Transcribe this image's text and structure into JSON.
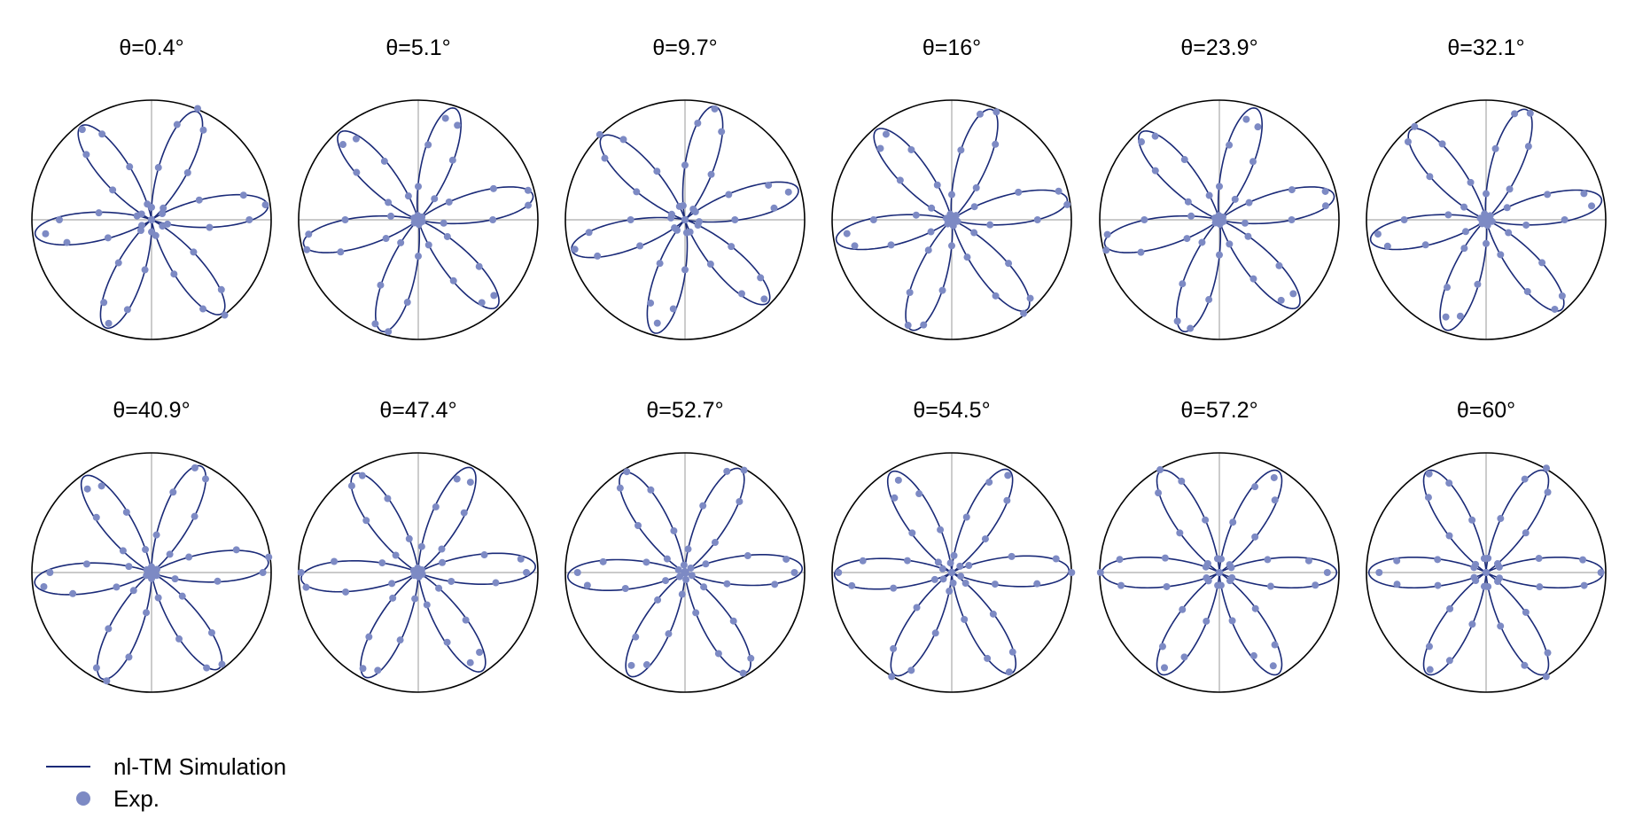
{
  "colors": {
    "simulation_line": "#1a2a78",
    "experiment_dots": "#7d8ac4",
    "frame": "#000000",
    "axes": "#aaaaaa"
  },
  "legend": {
    "simulation_label": "nl-TM Simulation",
    "experiment_label": "Exp."
  },
  "chart_data": {
    "type": "polar",
    "layout": "2 rows x 6 polar panels",
    "grid": false,
    "legend_position": "bottom-left",
    "radial_range": [
      0,
      1
    ],
    "pattern": "six-petal rose (cos^2(3φ)-type SHG pattern), rotated with θ",
    "series": [
      {
        "name": "nl-TM Simulation",
        "kind": "line"
      },
      {
        "name": "Exp.",
        "kind": "scatter"
      }
    ],
    "panels": [
      {
        "title": "θ=0.4°",
        "theta": 0.4,
        "petal_orientation_deg": 7
      },
      {
        "title": "θ=5.1°",
        "theta": 5.1,
        "petal_orientation_deg": 12
      },
      {
        "title": "θ=9.7°",
        "theta": 9.7,
        "petal_orientation_deg": 15
      },
      {
        "title": "θ=16°",
        "theta": 16,
        "petal_orientation_deg": 10
      },
      {
        "title": "θ=23.9°",
        "theta": 23.9,
        "petal_orientation_deg": 12
      },
      {
        "title": "θ=32.1°",
        "theta": 32.1,
        "petal_orientation_deg": 10
      },
      {
        "title": "θ=40.9°",
        "theta": 40.9,
        "petal_orientation_deg": 5
      },
      {
        "title": "θ=47.4°",
        "theta": 47.4,
        "petal_orientation_deg": 3
      },
      {
        "title": "θ=52.7°",
        "theta": 52.7,
        "petal_orientation_deg": 2
      },
      {
        "title": "θ=54.5°",
        "theta": 54.5,
        "petal_orientation_deg": 1
      },
      {
        "title": "θ=57.2°",
        "theta": 57.2,
        "petal_orientation_deg": 0
      },
      {
        "title": "θ=60°",
        "theta": 60,
        "petal_orientation_deg": 0
      }
    ]
  }
}
